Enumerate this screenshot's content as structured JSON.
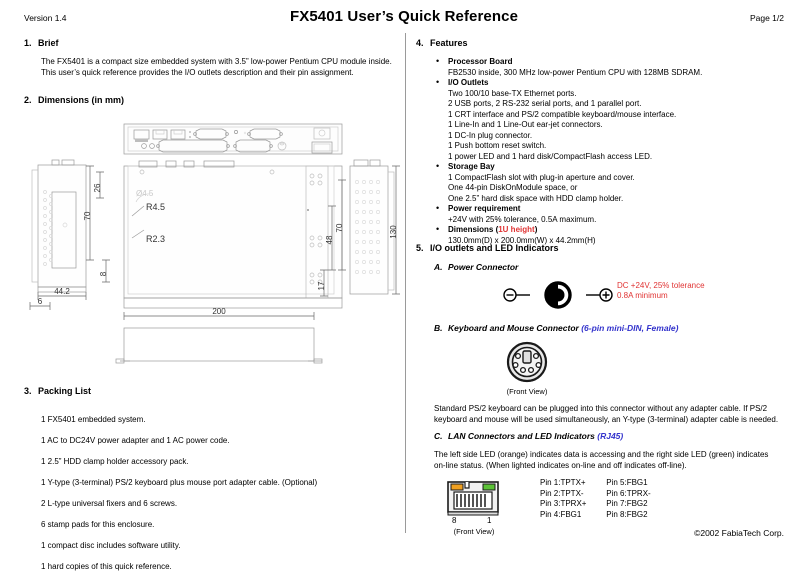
{
  "header": {
    "version": "Version 1.4",
    "title": "FX5401 User’s Quick Reference",
    "page": "Page 1/2"
  },
  "sections": {
    "brief": {
      "num": "1.",
      "title": "Brief",
      "text": "The FX5401 is a compact size embedded system with 3.5” low-power Pentium CPU module inside.\nThis user’s quick reference provides the I/O outlets description and their pin assignment."
    },
    "dimensions": {
      "num": "2.",
      "title": "Dimensions (in mm)",
      "labels": {
        "d26": "26",
        "d70_left": "70",
        "d8": "8",
        "d44_2": "44.2",
        "d6": "6",
        "d200": "200",
        "d130": "130",
        "d70_right": "70",
        "d48": "48",
        "d17": "17",
        "r45": "R4.5",
        "r23": "R2.3",
        "dia45": "ø4.5"
      }
    },
    "packing": {
      "num": "3.",
      "title": "Packing List",
      "items": [
        "1 FX5401 embedded system.",
        "1 AC to DC24V power adapter and 1 AC power code.",
        "1 2.5” HDD clamp holder accessory pack.",
        "1 Y-type (3-terminal) PS/2 keyboard plus mouse port adapter cable. (Optional)",
        "2 L-type universal fixers and 6 screws.",
        "6 stamp pads for this enclosure.",
        "1 compact disc includes software utility.",
        "1 hard copies of this quick reference."
      ]
    },
    "features": {
      "num": "4.",
      "title": "Features",
      "groups": [
        {
          "heading": "Processor Board",
          "lines": "FB2530 inside, 300 MHz low-power Pentium CPU with 128MB SDRAM."
        },
        {
          "heading": "I/O Outlets",
          "lines": "Two 100/10 base-TX Ethernet ports.\n2 USB ports, 2 RS-232 serial ports, and 1 parallel port.\n1 CRT interface and PS/2 compatible keyboard/mouse interface.\n1 Line-In and 1 Line-Out ear-jet connectors.\n1 DC-In plug connector.\n1 Push bottom reset switch.\n1 power LED and 1 hard disk/CompactFlash access LED."
        },
        {
          "heading": "Storage Bay",
          "lines": "1 CompactFlash slot with plug-in aperture and cover.\nOne 44-pin DiskOnModule space, or\nOne 2.5” hard disk space with HDD clamp holder."
        },
        {
          "heading": "Power requirement",
          "lines": "+24V with 25% tolerance, 0.5A maximum."
        },
        {
          "heading": "Dimensions (",
          "heading_accent": "1U height",
          "heading_tail": ")",
          "lines": "130.0mm(D) x 200.0mm(W) x 44.2mm(H)"
        }
      ]
    },
    "io": {
      "num": "5.",
      "title": "I/O outlets and LED Indicators",
      "power": {
        "letter": "A.",
        "title": "Power Connector",
        "spec_line1": "DC +24V, 25% tolerance",
        "spec_line2": "0.8A minimum",
        "minus_glyph": "⊖",
        "plus_glyph": "⊕"
      },
      "keyboard": {
        "letter": "B.",
        "title": "Keyboard and Mouse Connector ",
        "title_accent": "(6-pin mini-DIN, Female)",
        "caption": "(Front View)",
        "note": "Standard PS/2 keyboard can be plugged into this connector without any adapter cable. If PS/2\nkeyboard and mouse will be used simultaneously, an Y-type (3-terminal) adapter cable is needed."
      },
      "lan": {
        "letter": "C.",
        "title": "LAN Connectors and LED Indicators ",
        "title_accent": "(RJ45)",
        "note": "The left side LED (orange) indicates data is accessing and the right side LED (green) indicates\non-line status. (When lighted indicates on-line and off indicates off-line).",
        "caption": "(Front View)",
        "pin_left_label": "8",
        "pin_right_label": "1",
        "led_left_color": "#f0a020",
        "led_right_color": "#5bc236",
        "pins_col1": [
          "Pin 1:TPTX+",
          "Pin 2:TPTX-",
          "Pin 3:TPRX+",
          "Pin 4:FBG1"
        ],
        "pins_col2": [
          "Pin 5:FBG1",
          "Pin 6:TPRX-",
          "Pin 7:FBG2",
          "Pin 8:FBG2"
        ]
      }
    }
  },
  "footer": "©2002 FabiaTech Corp.",
  "colors": {
    "accent_red": "#e03434",
    "accent_blue": "#3333cc",
    "line": "#8a8a8a"
  }
}
